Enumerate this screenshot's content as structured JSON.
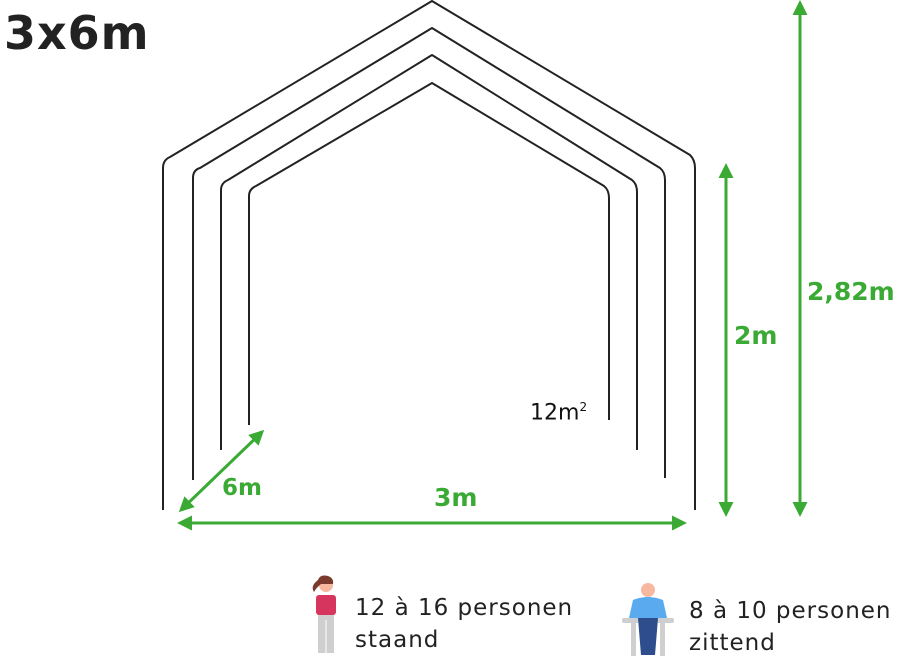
{
  "title": "3x6m",
  "dimensions": {
    "width": "3m",
    "depth": "6m",
    "wall_height": "2m",
    "total_height": "2,82m"
  },
  "area": {
    "value": "12m",
    "exponent": "2"
  },
  "capacity": {
    "standing": {
      "line1": "12 à 16 personen",
      "line2": "staand"
    },
    "seated": {
      "line1": "8 à 10 personen",
      "line2": "zittend"
    }
  },
  "colors": {
    "accent": "#3aaa35",
    "frame": "#222222"
  }
}
